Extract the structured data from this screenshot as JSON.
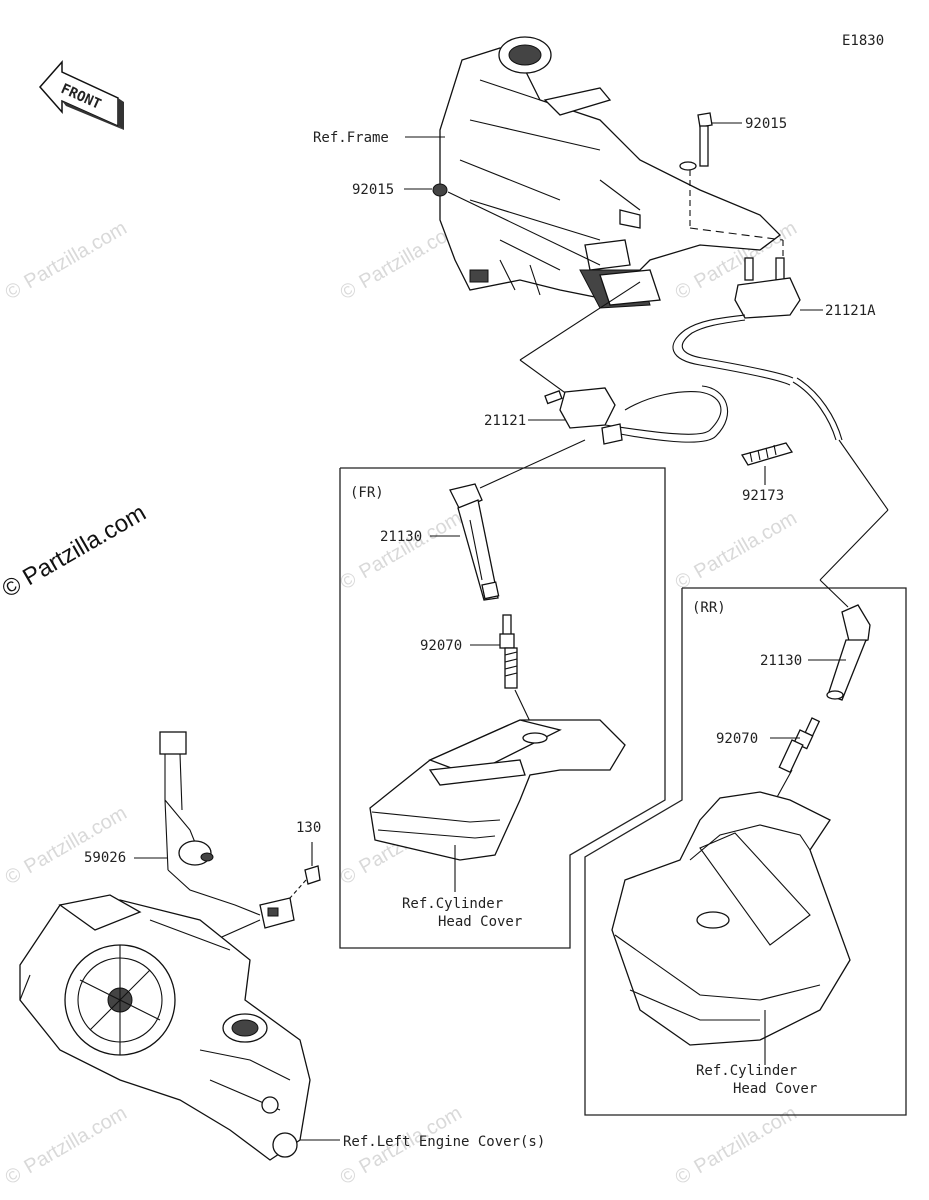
{
  "diagram_code": "E1830",
  "front_label": "FRONT",
  "watermark": "Partzilla.com",
  "watermark_copyright": "©",
  "groups": {
    "front": "(FR)",
    "rear": "(RR)"
  },
  "labels": {
    "ref_frame": "Ref.Frame",
    "bolt_top_right": "92015",
    "bolt_left": "92015",
    "coil_rear": "21121A",
    "coil_front": "21121",
    "clamp": "92173",
    "plug_cap_front": "21130",
    "spark_plug_front": "92070",
    "head_cover_front_1": "Ref.Cylinder",
    "head_cover_front_2": "Head Cover",
    "plug_cap_rear": "21130",
    "spark_plug_rear": "92070",
    "head_cover_rear_1": "Ref.Cylinder",
    "head_cover_rear_2": "Head Cover",
    "pickup_coil": "59026",
    "bolt_engine": "130",
    "engine_cover": "Ref.Left Engine Cover(s)"
  }
}
